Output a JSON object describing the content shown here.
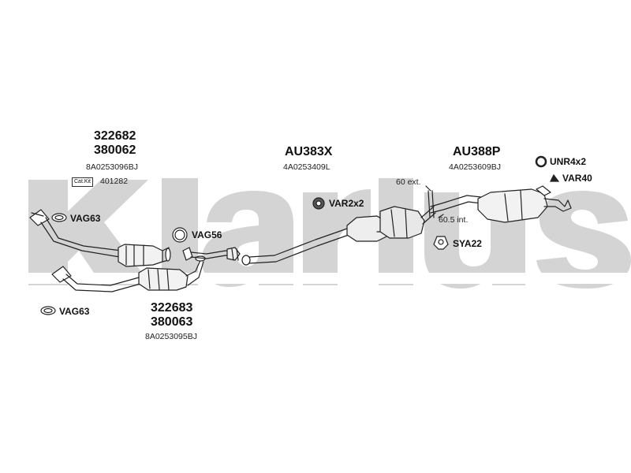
{
  "watermark": {
    "text": "Klarius",
    "color": "#d0d0d0"
  },
  "groups": {
    "front_upper": {
      "code1": "322682",
      "code2": "380062",
      "ref": "8A0253096BJ",
      "badge": "Cat.Kit",
      "badge_ref": "401282"
    },
    "front_lower": {
      "code1": "322683",
      "code2": "380063",
      "ref": "8A0253095BJ"
    },
    "middle": {
      "code": "AU383X",
      "ref": "4A0253409L"
    },
    "rear": {
      "code": "AU388P",
      "ref": "4A0253609BJ"
    }
  },
  "parts": {
    "vag63_top": "VAG63",
    "vag63_bottom": "VAG63",
    "vag56": "VAG56",
    "var2x2": "VAR2x2",
    "sya22": "SYA22",
    "unr4x2": "UNR4x2",
    "var40": "VAR40"
  },
  "dimensions": {
    "ext": "60 ext.",
    "int": "60.5 int."
  }
}
